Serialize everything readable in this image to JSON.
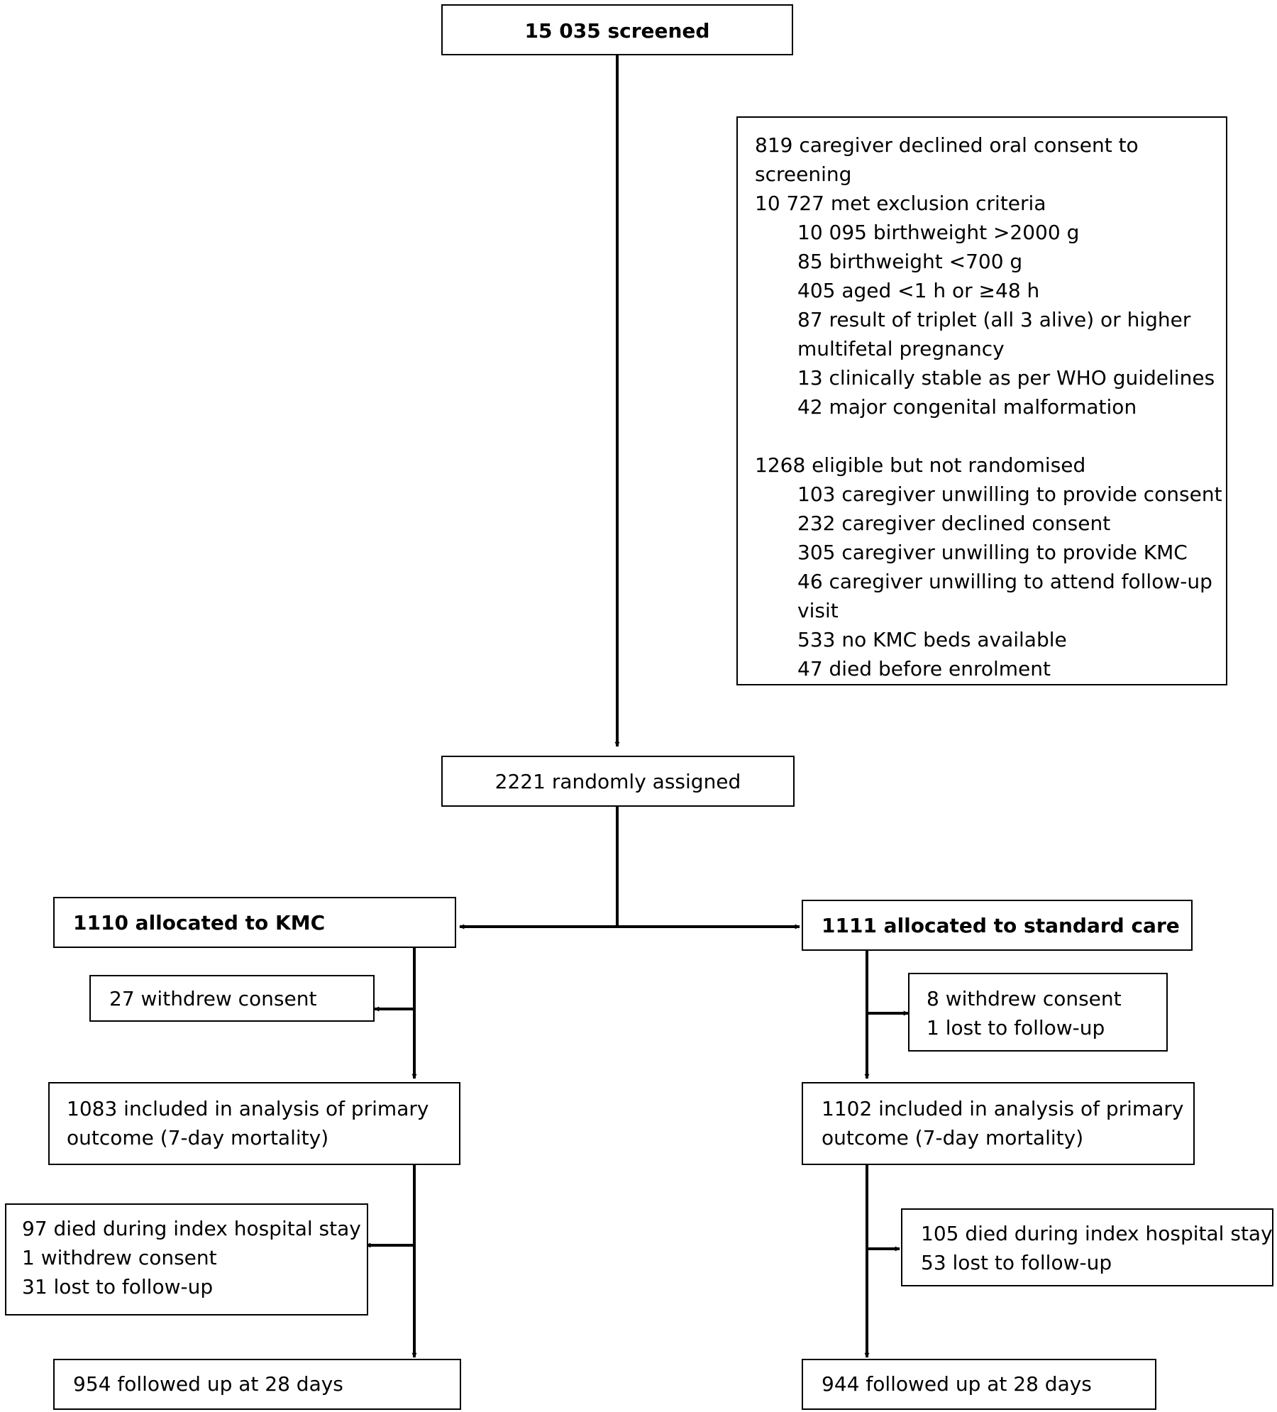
{
  "screened": "15 035 screened",
  "exclusions": {
    "declined_oral": [
      "819 caregiver declined oral consent to",
      "screening"
    ],
    "met_exclusion": "10 727 met exclusion criteria",
    "criteria": [
      [
        "10 095 birthweight >2000 g"
      ],
      [
        "85 birthweight <700 g"
      ],
      [
        "405 aged <1 h or ≥48 h"
      ],
      [
        "87 result of triplet (all 3 alive) or higher",
        "multifetal pregnancy"
      ],
      [
        "13 clinically stable as per WHO guidelines"
      ],
      [
        "42 major congenital malformation"
      ]
    ],
    "not_randomised": "1268 eligible but not randomised",
    "reasons": [
      [
        "103 caregiver unwilling to provide consent"
      ],
      [
        "232 caregiver declined consent"
      ],
      [
        "305 caregiver unwilling to provide KMC"
      ],
      [
        "46 caregiver unwilling to attend follow-up",
        "visit"
      ],
      [
        "533 no KMC beds available"
      ],
      [
        "47 died before enrolment"
      ]
    ]
  },
  "randomised": "2221 randomly assigned",
  "kmc": {
    "allocated": "1110 allocated to KMC",
    "withdrew": [
      "27 withdrew consent"
    ],
    "primary": [
      "1083 included in analysis of primary",
      "outcome (7-day mortality)"
    ],
    "losses": [
      "97 died during index hospital stay",
      "1 withdrew consent",
      "31 lost to follow-up"
    ],
    "followed": "954 followed up at 28 days"
  },
  "standard": {
    "allocated": "1111 allocated to standard care",
    "withdrew": [
      "8 withdrew consent",
      "1 lost to follow-up"
    ],
    "primary": [
      "1102 included in analysis of primary",
      "outcome (7-day mortality)"
    ],
    "losses": [
      "105 died during index hospital stay",
      "53 lost to follow-up"
    ],
    "followed": "944 followed up at 28 days"
  }
}
